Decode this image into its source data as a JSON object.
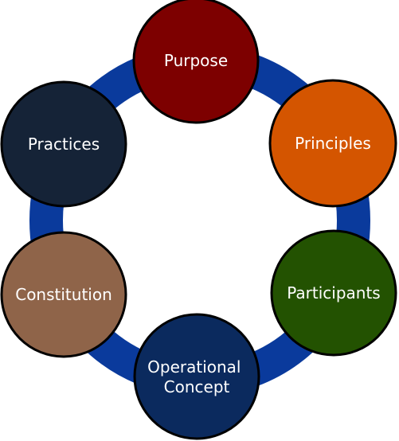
{
  "diagram": {
    "ring_color": "#0a3a9c",
    "node_stroke": "#000000",
    "text_color": "#ffffff",
    "nodes": [
      {
        "id": "purpose",
        "lines": [
          "Purpose"
        ],
        "color": "#7d0000"
      },
      {
        "id": "principles",
        "lines": [
          "Principles"
        ],
        "color": "#d45500"
      },
      {
        "id": "participants",
        "lines": [
          "Participants"
        ],
        "color": "#235201"
      },
      {
        "id": "operational",
        "lines": [
          "Operational",
          "Concept"
        ],
        "color": "#0b2a5e"
      },
      {
        "id": "constitution",
        "lines": [
          "Constitution"
        ],
        "color": "#8f6449"
      },
      {
        "id": "practices",
        "lines": [
          "Practices"
        ],
        "color": "#152337"
      }
    ]
  }
}
